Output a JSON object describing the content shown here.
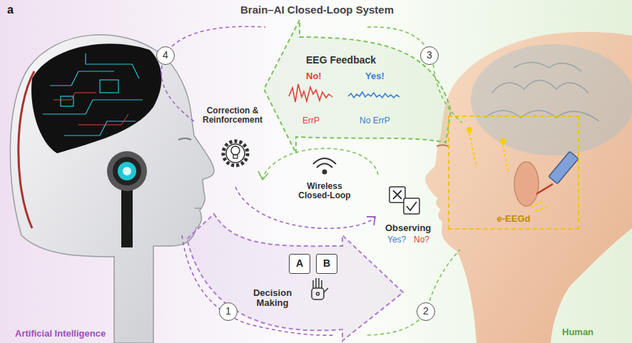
{
  "diagram": {
    "title": "Brain–AI Closed-Loop System",
    "nodes": [
      {
        "text": [
          "4"
        ]
      },
      {
        "text": [
          "3"
        ]
      },
      {
        "text": [
          "e-EEGd"
        ]
      },
      {
        "text": [
          "A"
        ]
      },
      {
        "text": [
          "B"
        ]
      },
      {
        "text": [
          "1"
        ]
      },
      {
        "text": [
          "2"
        ]
      }
    ],
    "labels": [
      "a",
      "EEG Feedback",
      "No!",
      "Yes!",
      "ErrP",
      "No ErrP",
      "Correction & Reinforcement",
      "Wireless Closed-Loop",
      "Observing",
      "Yes?",
      "No?",
      "Decision Making",
      "Artificial Intelligence",
      "Human"
    ]
  }
}
